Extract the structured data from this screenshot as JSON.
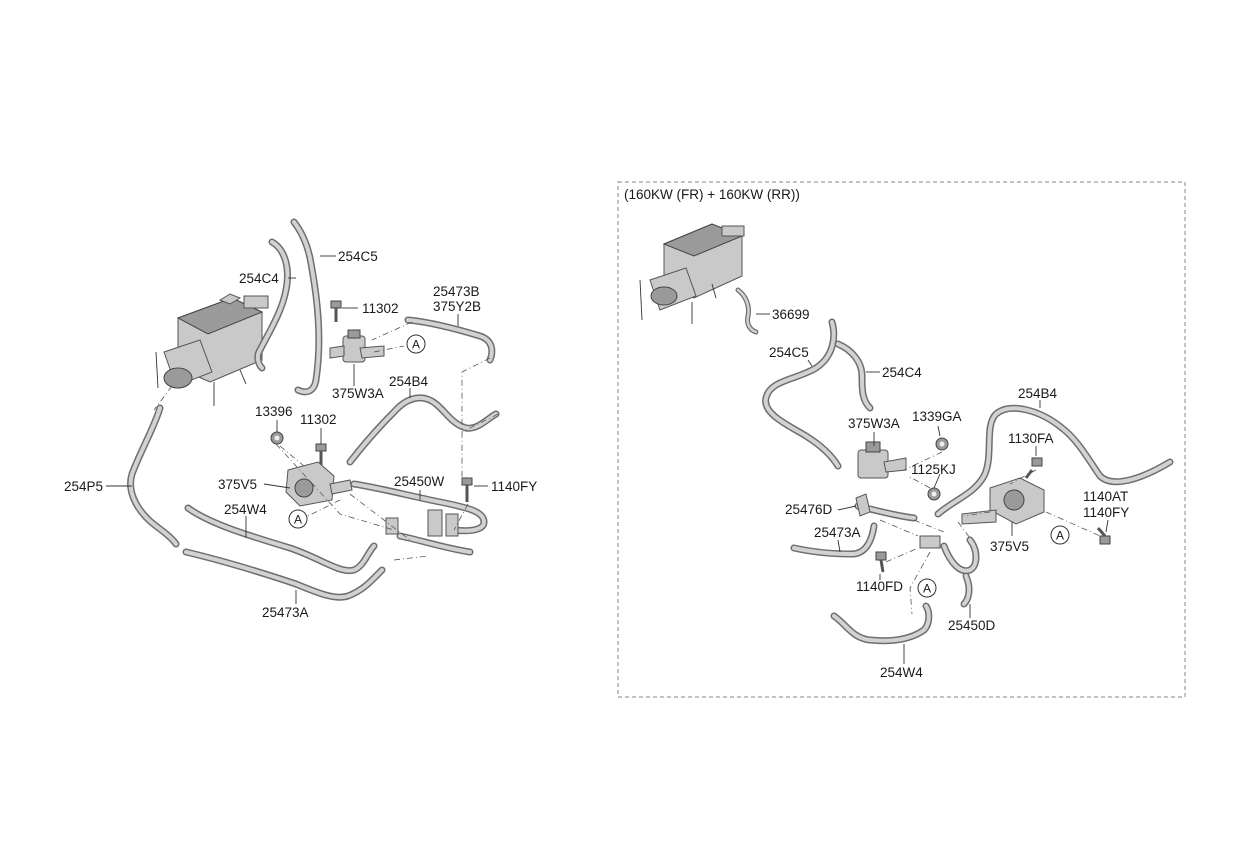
{
  "left_group": {
    "labels": {
      "c5": "254C5",
      "c4": "254C4",
      "b3": "25473B",
      "y2b": "375Y2B",
      "bolt_top": "11302",
      "w3a": "375W3A",
      "b4": "254B4",
      "nut": "13396",
      "bolt_mid": "11302",
      "v5": "375V5",
      "w450": "25450W",
      "fy": "1140FY",
      "p5": "254P5",
      "w4": "254W4",
      "a473": "25473A",
      "ref_a1": "A",
      "ref_a2": "A"
    }
  },
  "right_group": {
    "title": "(160KW (FR) + 160KW (RR))",
    "labels": {
      "n36699": "36699",
      "c5": "254C5",
      "c4": "254C4",
      "b4": "254B4",
      "w3a": "375W3A",
      "ga": "1339GA",
      "fa": "1130FA",
      "kj": "1125KJ",
      "d476": "25476D",
      "a473": "25473A",
      "at": "1140AT",
      "fy": "1140FY",
      "v5": "375V5",
      "fd": "1140FD",
      "d450": "25450D",
      "w4": "254W4",
      "ref_a1": "A",
      "ref_a2": "A"
    }
  }
}
